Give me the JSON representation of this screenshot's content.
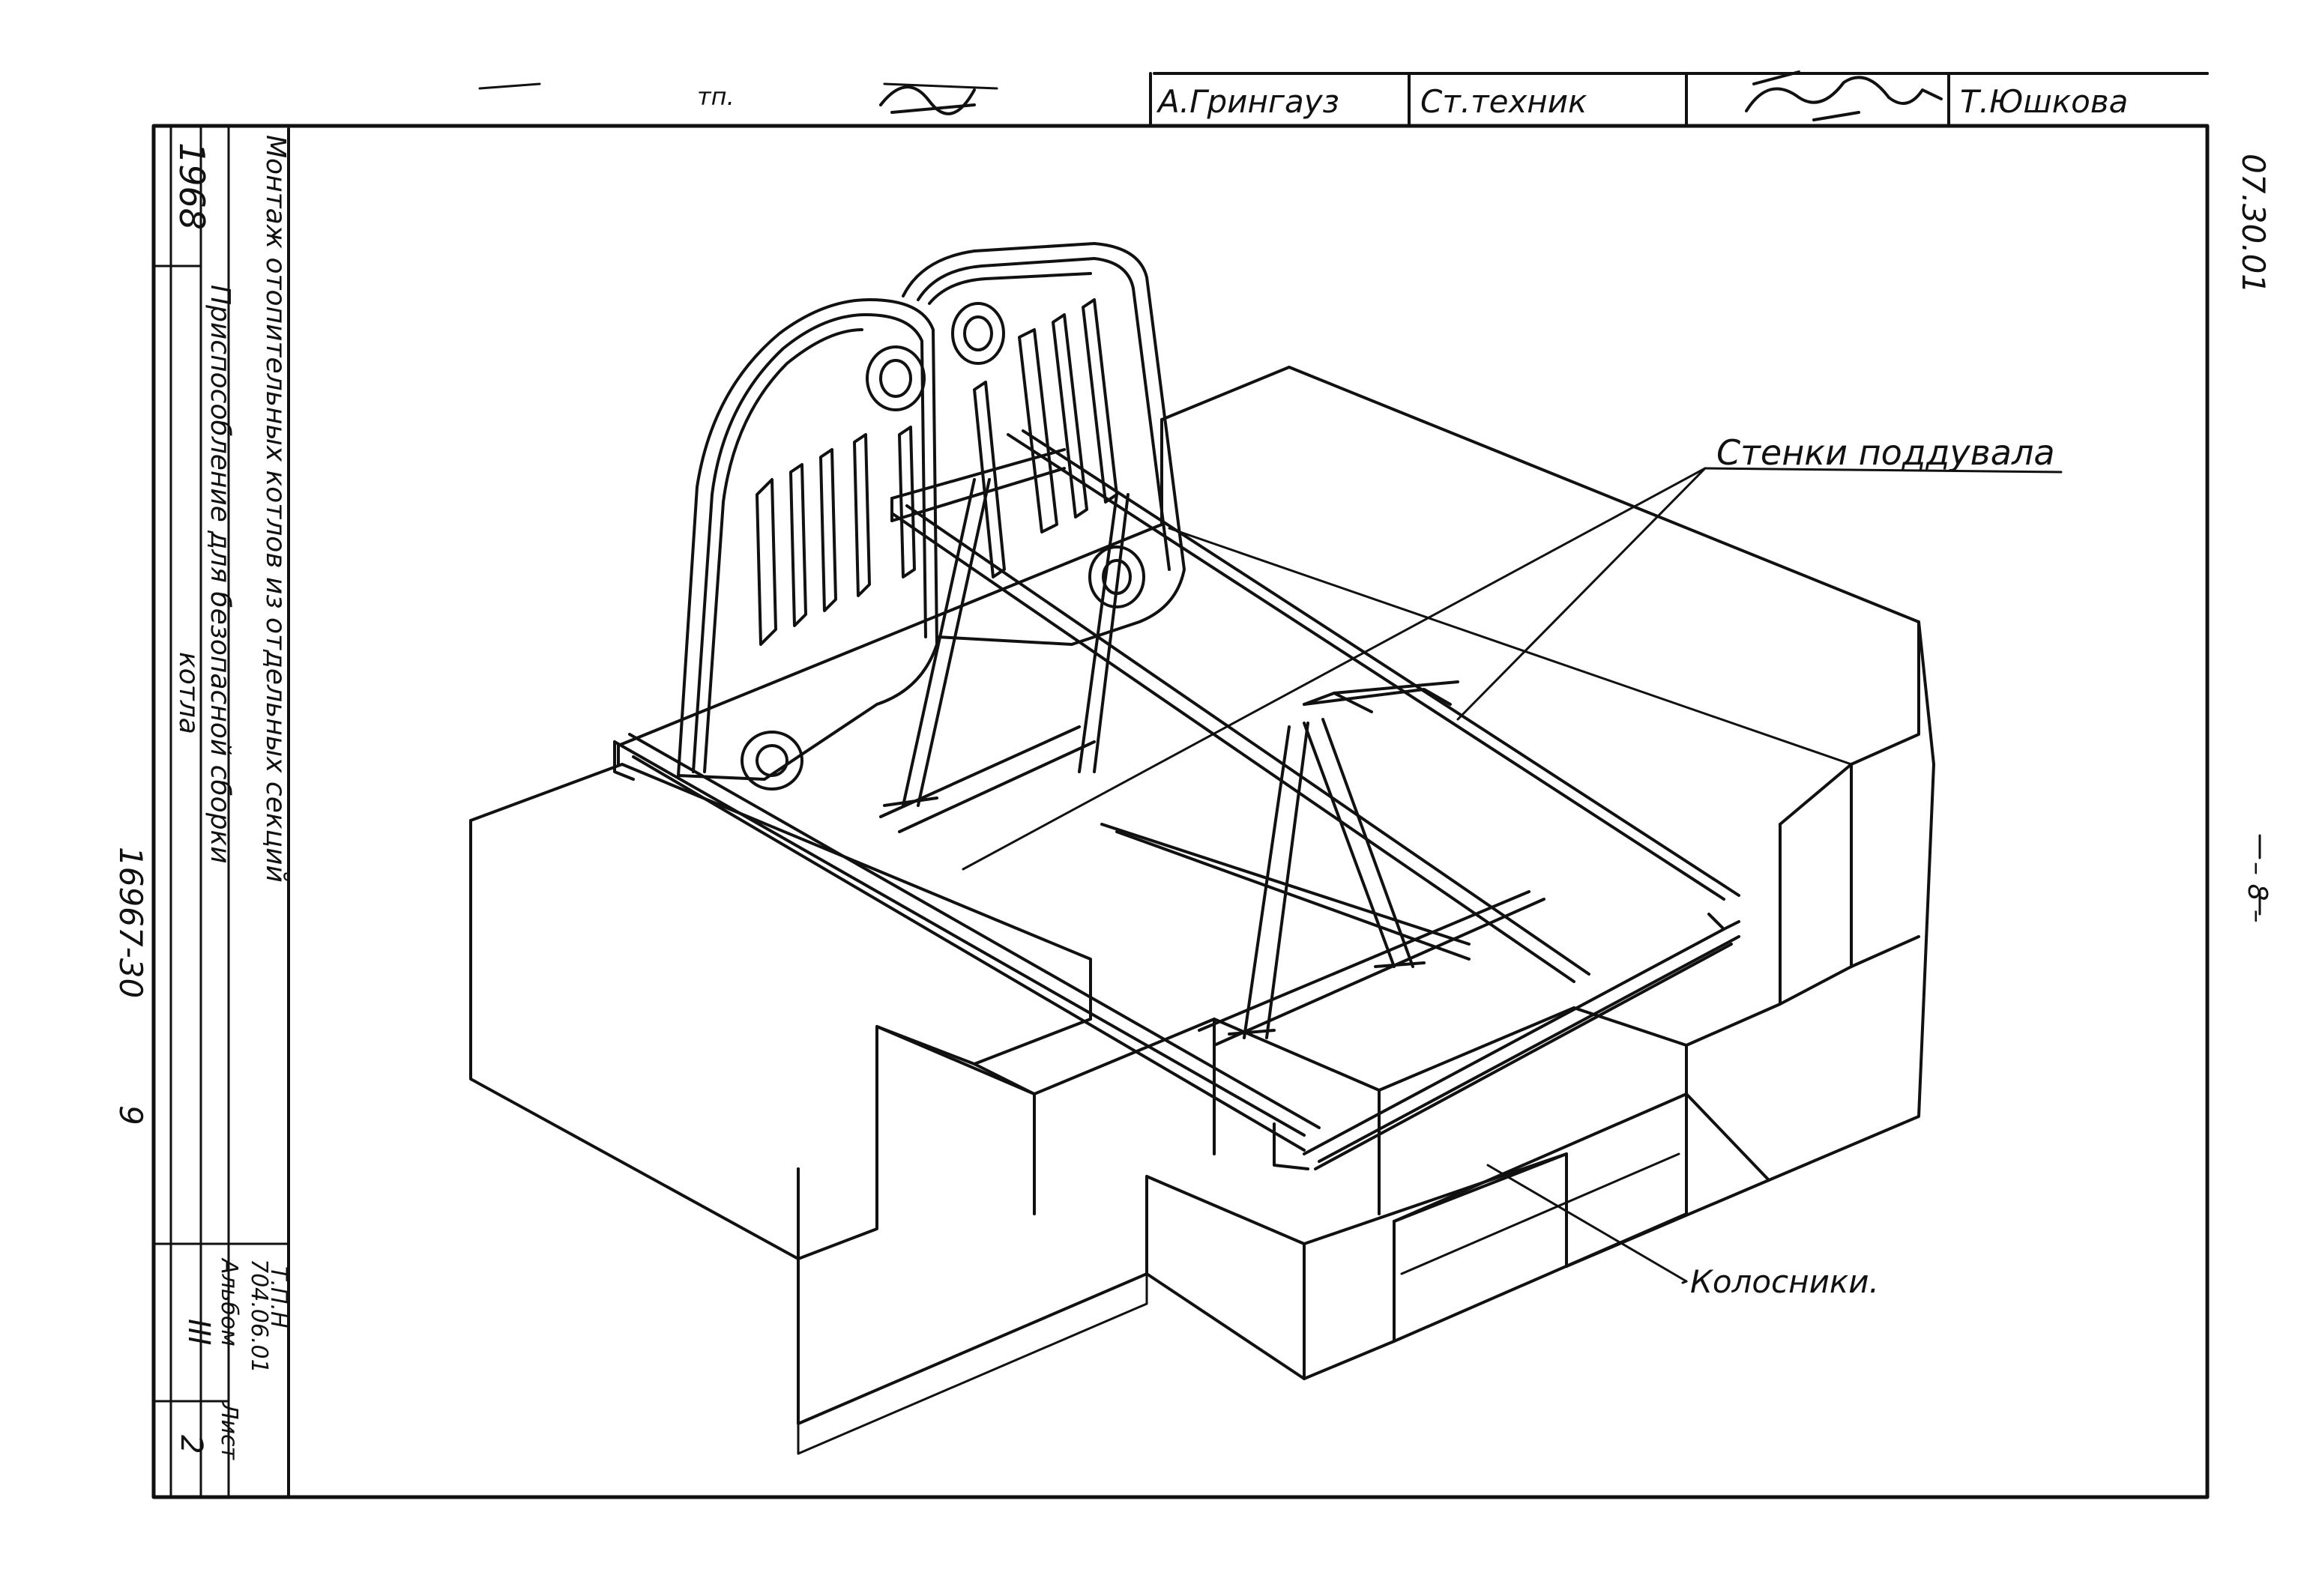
{
  "title_block": {
    "author": "А.Грингауз",
    "position": "Ст.техник",
    "checker": "Т.Юшкова",
    "faded_note": "тп."
  },
  "side_panel": {
    "year": "1968",
    "title_line1": "Монтаж отопительных котлов из отдельных секций",
    "title_line2": "Приспособление для безопасной сборки",
    "title_line3": "котла",
    "series_label": "Т.П.Н",
    "series_code": "704.06.01",
    "album_label": "Альбом",
    "sheet_label": "Лист",
    "album_number": "III",
    "sheet_number": "2"
  },
  "drawing": {
    "label_walls": "Стенки поддувала",
    "label_grates": "Колосники."
  },
  "margin": {
    "archive_number": "16967-30",
    "archive_page": "9",
    "drawing_code": "07.30.01",
    "page_mark": "– 8 –"
  }
}
